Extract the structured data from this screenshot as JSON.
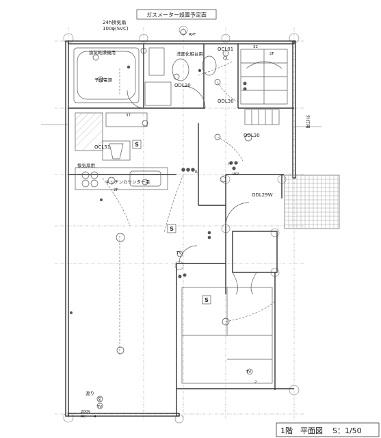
{
  "drawing": {
    "gas_meter_label": "ガスメーター設置予定面",
    "title": "1階　平面図",
    "scale": "S：1/50"
  },
  "fixtures": {
    "vent_24h_line1": "24h換気扇",
    "vent_24h_line2": "100φ(SVC)",
    "bath_dryer": "換気乾燥機用",
    "spare_power": "予備電源",
    "washbasin": "洗面化粧台用",
    "range_hood": "換気扇用",
    "kitchen_counter": "キッチンカウンター用",
    "exterior_light": "外灯用",
    "passage": "渡り",
    "air_conditioner": "空",
    "voltage_200v": "200V",
    "ac": "AC",
    "ac_count": "4",
    "tv": "TV",
    "tv_2": "TV",
    "tv_3": "TV",
    "rpf": "RPF",
    "wp": "WP",
    "h": "H",
    "r": "R",
    "cl": "CL",
    "up_2f": "2F",
    "kitchen_2f": "2F",
    "count_32": "32",
    "count_37": "37",
    "count_2": "2"
  },
  "fixture_codes": {
    "ocl01": "OCL01",
    "odl30_a": "ODL30",
    "odl30_b": "ODL30",
    "odl30_c": "ODL30",
    "ocl51": "OCL51",
    "odl29w": "ODL29W"
  },
  "switch_marks": {
    "s_kitchen": "S",
    "s_ldk": "S",
    "s_japanese": "S"
  }
}
